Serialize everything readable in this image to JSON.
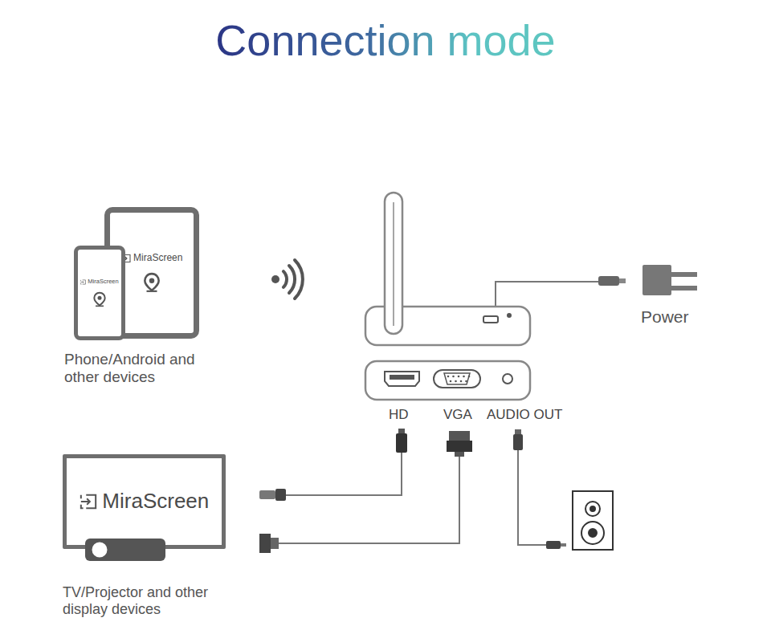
{
  "diagram": {
    "title": "Connection mode",
    "nodes": [
      {
        "text": [
          "MiraScreen"
        ]
      },
      {
        "text": [
          "MiraScreen"
        ]
      },
      {
        "text": [
          "MiraScreen"
        ]
      }
    ],
    "labels": [
      "Phone/Android and other devices",
      "Power",
      "HD",
      "VGA",
      "AUDIO OUT",
      "TV/Projector and other display devices"
    ]
  }
}
